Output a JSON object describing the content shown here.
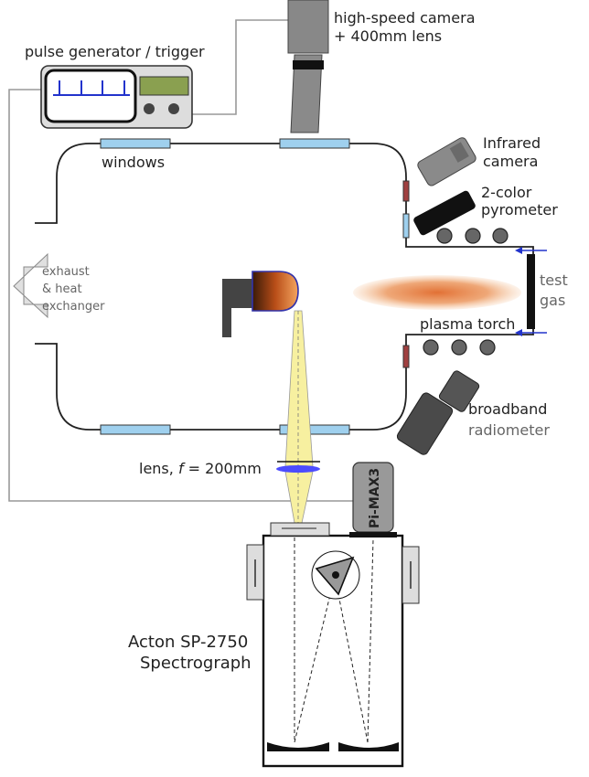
{
  "labels": {
    "camera_line1": "high-speed camera",
    "camera_line2": "+ 400mm lens",
    "pulse_generator": "pulse generator / trigger",
    "windows": "windows",
    "infrared_line1": "Infrared",
    "infrared_line2": "camera",
    "pyrometer_line1": "2-color",
    "pyrometer_line2": "pyrometer",
    "exhaust_line1": "exhaust",
    "exhaust_line2": "& heat",
    "exhaust_line3": "exchanger",
    "test_line1": "test",
    "test_line2": "gas",
    "plasma_torch": "plasma torch",
    "broadband_line1": "broadband",
    "broadband_line2": "radiometer",
    "lens_prefix": "lens, ",
    "lens_f": "f",
    "lens_suffix": " = 200mm",
    "pimax": "Pi-MAX3",
    "spectro_line1": "Acton SP-2750",
    "spectro_line2": "Spectrograph"
  },
  "colors": {
    "window": "#9fd0ee",
    "flame": "#e0692a",
    "beam": "#f7f0a0",
    "lens": "#4c4cff",
    "device_gray": "#555555"
  }
}
